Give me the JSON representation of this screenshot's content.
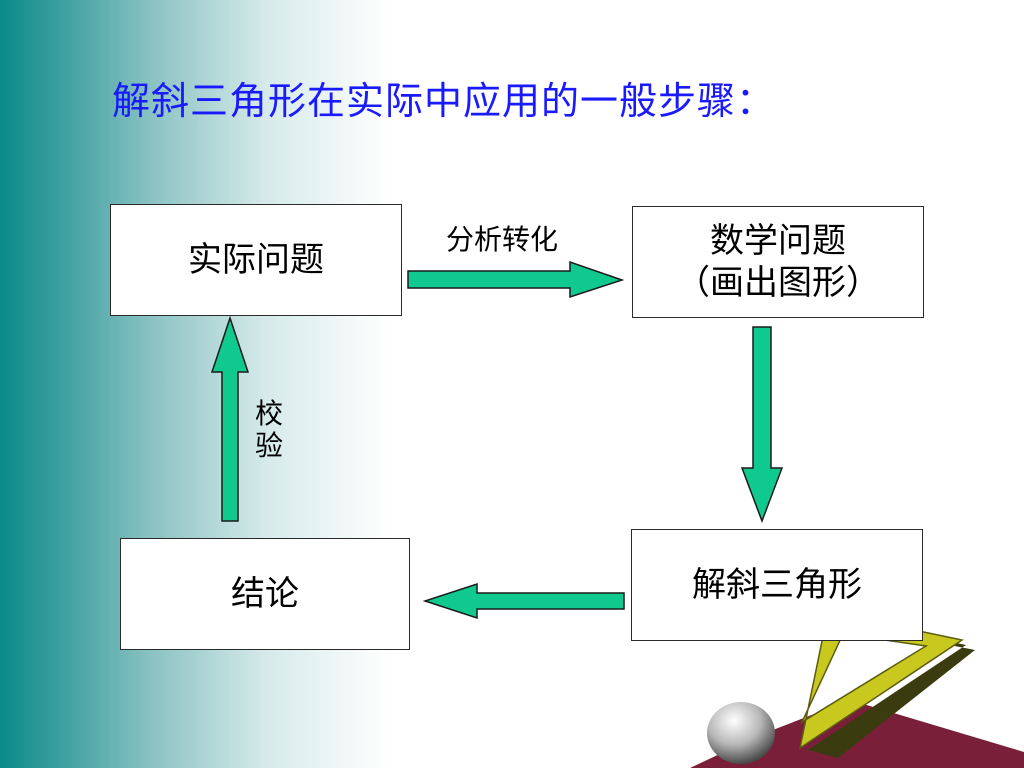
{
  "title": "解斜三角形在实际中应用的一般步骤：",
  "boxes": {
    "actual_problem": "实际问题",
    "math_problem_line1": "数学问题",
    "math_problem_line2": "（画出图形）",
    "solve_triangle": "解斜三角形",
    "conclusion": "结论"
  },
  "labels": {
    "analyze": "分析转化",
    "verify_1": "校",
    "verify_2": "验"
  },
  "colors": {
    "title": "#1a1aff",
    "arrow_fill": "#10c98f",
    "triangle_fill": "#c8c81e",
    "base_fill": "#7a1f3a"
  },
  "icons": [
    "triangle-ruler-icon",
    "sphere-icon"
  ]
}
